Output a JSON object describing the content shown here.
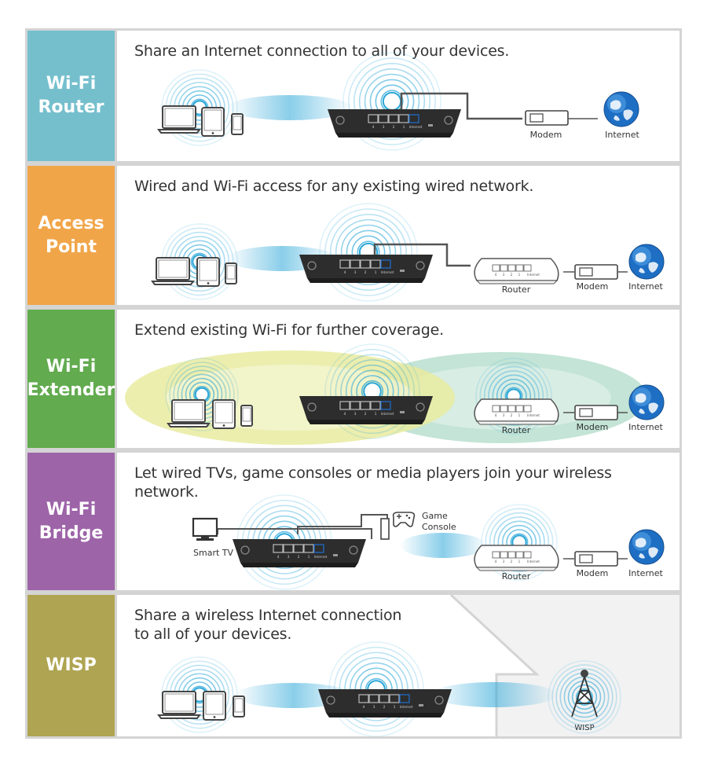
{
  "colors": {
    "router": "#75bfcd",
    "access_point": "#f1a549",
    "extender": "#62ab4f",
    "bridge": "#9d64a8",
    "wisp": "#afa451",
    "panel_bg": "#ffffff",
    "border": "#d4d4d4",
    "wifi_blue": "#2aa6d8",
    "globe_blue": "#1e6fc4",
    "device_dark": "#2d2d2d",
    "port_highlight": "#1f6fd1",
    "coverage_yellow": "#e9eba0",
    "coverage_teal": "#b8dfcf"
  },
  "modes": [
    {
      "label": "Wi-Fi\nRouter",
      "description": "Share an Internet connection to all of your devices."
    },
    {
      "label": "Access\nPoint",
      "description": "Wired and Wi-Fi access for any existing wired network."
    },
    {
      "label": "Wi-Fi\nExtender",
      "description": "Extend existing Wi-Fi for further coverage."
    },
    {
      "label": "Wi-Fi\nBridge",
      "description": "Let wired TVs, game consoles or media players join your wireless\nnetwork."
    },
    {
      "label": "WISP",
      "description": "Share a wireless Internet connection\nto all of your devices."
    }
  ],
  "device_labels": {
    "modem": "Modem",
    "internet": "Internet",
    "router": "Router",
    "smart_tv": "Smart TV",
    "game_console": "Game\nConsole",
    "wisp": "WISP",
    "port_1": "1",
    "port_2": "2",
    "port_3": "3",
    "port_4": "4",
    "port_internet": "Internet"
  },
  "icons": [
    "laptop-icon",
    "tablet-icon",
    "phone-icon",
    "router-device-icon",
    "modem-icon",
    "globe-icon",
    "tv-icon",
    "gamepad-icon",
    "tower-icon",
    "wifi-waves-icon"
  ]
}
